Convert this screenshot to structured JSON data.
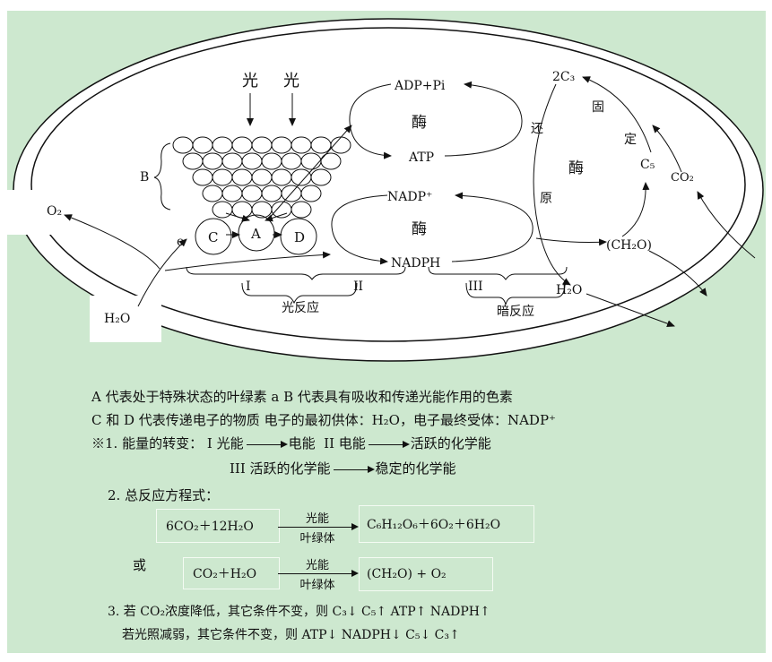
{
  "diagram": {
    "light1": "光",
    "light2": "光",
    "b_label": "B",
    "a_label": "A",
    "c_label": "C",
    "d_label": "D",
    "e_label": "e",
    "o2": "O₂",
    "h2o_left": "H₂O",
    "adp_pi": "ADP+Pi",
    "atp": "ATP",
    "nadp_plus": "NADP⁺",
    "nadph": "NADPH",
    "enzyme_top": "酶",
    "enzyme_mid": "酶",
    "enzyme_right": "酶",
    "c3": "2C₃",
    "c5": "C₅",
    "co2": "CO₂",
    "ch2o": "(CH₂O)",
    "h2o_right": "H₂O",
    "huan": "还",
    "yuan": "原",
    "gu": "固",
    "ding": "定",
    "roman1": "I",
    "roman2": "II",
    "roman3": "III",
    "light_reaction": "光反应",
    "dark_reaction": "暗反应"
  },
  "notes": {
    "line1": "A 代表处于特殊状态的叶绿素 a   B 代表具有吸收和传递光能作用的色素",
    "line2": "C 和 D 代表传递电子的物质   电子的最初供体：H₂O，电子最终受体：NADP⁺",
    "energy_title": "※1. 能量的转变：",
    "e1_label": "I  光能",
    "e1_to": "电能",
    "e2_label": "II  电能",
    "e2_to": "活跃的化学能",
    "e3_label": "III  活跃的化学能",
    "e3_to": "稳定的化学能",
    "eq_title": "2. 总反应方程式：",
    "eq1_left": "6CO₂＋12H₂O",
    "eq1_right": "C₆H₁₂O₆＋6O₂＋6H₂O",
    "eq_cond_top": "光能",
    "eq_cond_bottom": "叶绿体",
    "or_text": "或",
    "eq2_left": "CO₂＋H₂O",
    "eq2_right": "(CH₂O) + O₂",
    "cond3_line1": "3. 若 CO₂浓度降低，其它条件不变，则 C₃↓    C₅↑    ATP↑    NADPH↑",
    "cond3_line2": "若光照减弱，其它条件不变，则 ATP↓    NADPH↓    C₅↓    C₃↑"
  }
}
